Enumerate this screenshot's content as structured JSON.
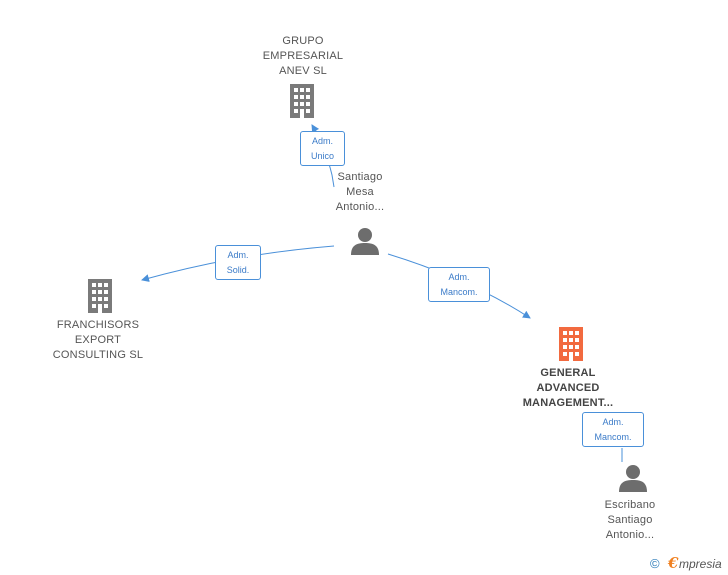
{
  "colors": {
    "building": "#7a7a7a",
    "building_focus": "#f26a3f",
    "person": "#6d6d6d",
    "edge": "#4a90d9",
    "label_text": "#555555",
    "badge_text": "#3b7bc8"
  },
  "nodes": {
    "grupo": {
      "icon": "building-icon",
      "lines": [
        "GRUPO",
        "EMPRESARIAL",
        "ANEV SL"
      ]
    },
    "santiago": {
      "icon": "person-icon",
      "lines": [
        "Santiago",
        "Mesa",
        "Antonio..."
      ]
    },
    "franchisors": {
      "icon": "building-icon",
      "lines": [
        "FRANCHISORS",
        "EXPORT",
        "CONSULTING SL"
      ]
    },
    "general": {
      "icon": "building-icon",
      "lines": [
        "GENERAL",
        "ADVANCED",
        "MANAGEMENT..."
      ]
    },
    "escribano": {
      "icon": "person-icon",
      "lines": [
        "Escribano",
        "Santiago",
        "Antonio..."
      ]
    }
  },
  "edges": {
    "to_grupo": {
      "lines": [
        "Adm.",
        "Unico"
      ]
    },
    "to_franchisors": {
      "lines": [
        "Adm.",
        "Solid."
      ]
    },
    "to_general": {
      "lines": [
        "Adm.",
        "Mancom."
      ]
    },
    "escribano_general": {
      "lines": [
        "Adm.",
        "Mancom."
      ]
    }
  },
  "footer": {
    "copyright_symbol": "©",
    "brand_initial": "€",
    "brand_rest": "mpresia"
  }
}
